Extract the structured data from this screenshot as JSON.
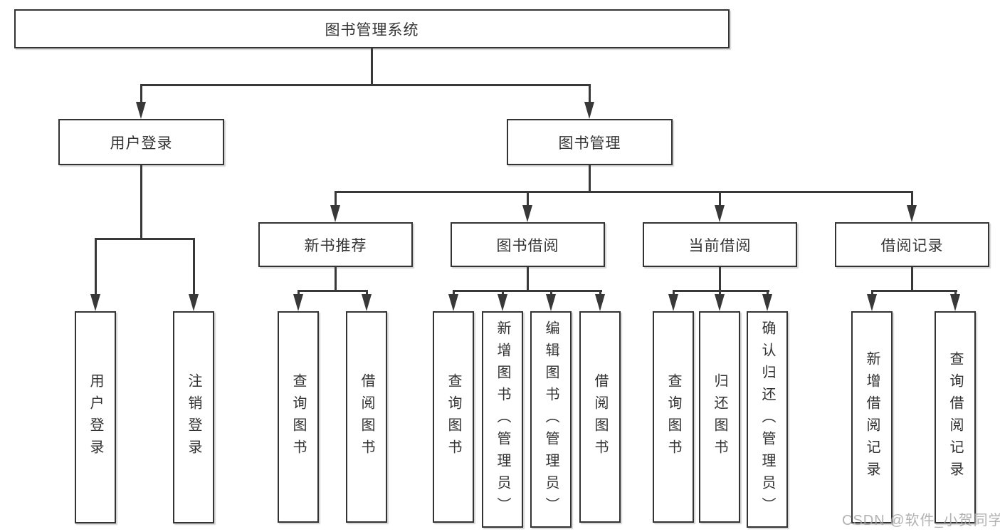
{
  "diagram": {
    "type": "hierarchy-tree",
    "root": {
      "label": "图书管理系统"
    },
    "branches": [
      {
        "label": "用户登录",
        "children": [
          "用户登录",
          "注销登录"
        ]
      },
      {
        "label": "图书管理",
        "children": [
          {
            "label": "新书推荐",
            "children": [
              "查询图书",
              "借阅图书"
            ]
          },
          {
            "label": "图书借阅",
            "children": [
              "查询图书",
              "新增图书（管理员）",
              "编辑图书（管理员）",
              "借阅图书"
            ]
          },
          {
            "label": "当前借阅",
            "children": [
              "查询图书",
              "归还图书",
              "确认归还（管理员）"
            ]
          },
          {
            "label": "借阅记录",
            "children": [
              "新增借阅记录",
              "查询借阅记录"
            ]
          }
        ]
      }
    ]
  },
  "watermark": "CSDN @软件_小贺同学",
  "colors": {
    "background": "#ffffff",
    "box_border": "#333333",
    "text": "#333333",
    "line": "#383838",
    "watermark": "#a4a4a4"
  }
}
